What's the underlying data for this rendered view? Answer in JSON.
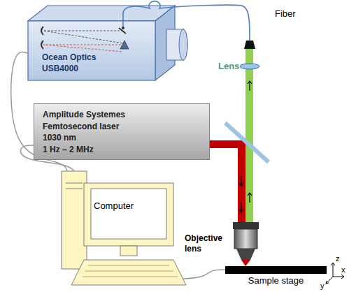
{
  "diagram": {
    "nodes": [
      {
        "text": [
          "Ocean Optics USB4000"
        ]
      },
      {
        "text": [
          "Amplitude Systemes",
          "Femtosecond laser",
          "1030 nm",
          "1 Hz – 2 MHz"
        ]
      },
      {
        "text": [
          "Computer"
        ]
      },
      {
        "text": [
          "Sample stage"
        ]
      }
    ],
    "edges": [
      {
        "from": 2,
        "to": 0,
        "arrow": "none"
      },
      {
        "from": 2,
        "to": 1,
        "arrow": "none"
      },
      {
        "from": 2,
        "to": 3,
        "arrow": "none"
      }
    ],
    "labels": [
      "Fiber",
      "Lens",
      "Objective lens",
      "z",
      "x",
      "y"
    ]
  }
}
